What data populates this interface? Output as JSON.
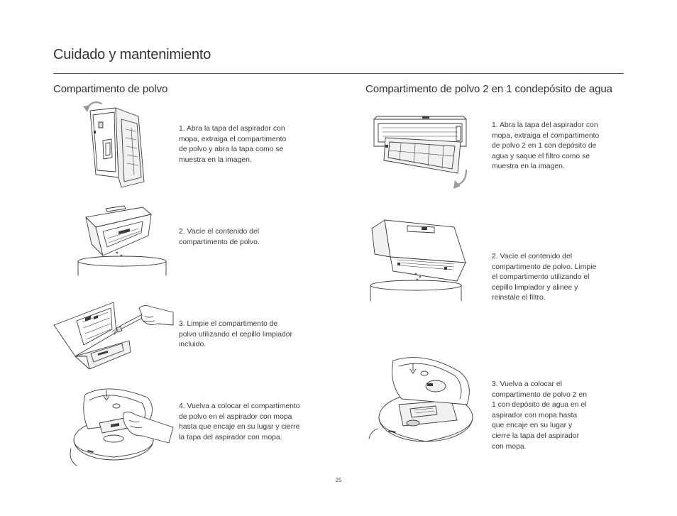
{
  "page": {
    "title": "Cuidado y mantenimiento",
    "page_number": "25"
  },
  "left_section": {
    "title": "Compartimento de polvo",
    "steps": [
      {
        "text": "1. Abra la tapa del aspirador con\nmopa, extraiga el compartimento\nde polvo y abra la tapa como se\nmuestra en la imagen."
      },
      {
        "text": "2. Vacíe el contenido del\ncompartimento de polvo."
      },
      {
        "text": "3. Limpie el compartimento de\npolvo utilizando el cepillo limpiador\nincluido."
      },
      {
        "text": "4. Vuelva a colocar el compartimento\nde polvo en el aspirador con mopa\nhasta que encaje en su lugar y cierre\nla tapa del aspirador con mopa."
      }
    ]
  },
  "right_section": {
    "title": "Compartimento de polvo 2 en 1 condepósito de agua",
    "steps": [
      {
        "text": "1. Abra la tapa del aspirador con\nmopa, extraiga el compartimento\nde polvo 2 en 1 con depósito de\nagua y saque el filtro como se\nmuestra en la imagen."
      },
      {
        "text": "2. Vacíe el contenido del\ncompartimento de polvo. Limpie\nel compartimento utilizando el\ncepillo limpiador y alinee y\nreinstale el filtro."
      },
      {
        "text": "3. Vuelva a colocar el\ncompartimento de polvo 2 en\n1 con depósito de agua en el\naspirador con mopa hasta\nque encaje en su lugar y\ncierre la tapa del aspirador\ncon mopa."
      }
    ]
  },
  "icons": {
    "rotate_arrow": "curved-arrow-icon",
    "down_arrow": "down-arrow-icon"
  }
}
